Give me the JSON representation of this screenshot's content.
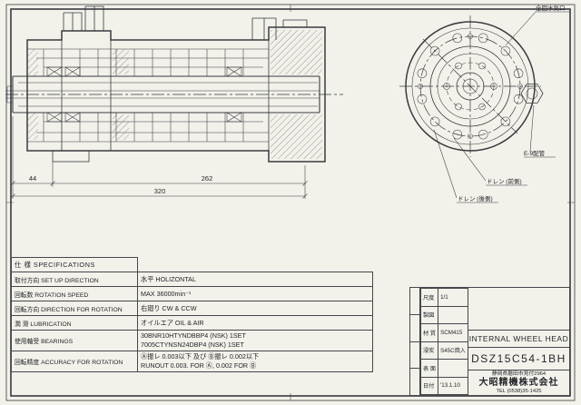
{
  "side_view": {
    "dim_44": "44",
    "dim_262": "262",
    "dim_320": "320"
  },
  "end_view": {
    "callout_top": "全回水気口",
    "callout_pipe": "E-9配管",
    "callout_drain_front": "ドレン (前側)",
    "callout_drain_rear": "ドレン (後側)"
  },
  "spec_table": {
    "header": "仕 様  SPECIFICATIONS",
    "rows": [
      {
        "label": "取付方向 SET UP DIRECTION",
        "value": "水平 HOLIZONTAL"
      },
      {
        "label": "回転数 ROTATION SPEED",
        "value": "MAX 36000min⁻¹"
      },
      {
        "label": "回転方向 DIRECTION FOR ROTATION",
        "value": "右廻り CW & CCW"
      },
      {
        "label": "潤 滑 LUBRICATION",
        "value": "オイルエア OIL & AIR"
      },
      {
        "label": "使用軸受 BEARINGS",
        "value": "30BNR10HTYNDBBP4 (NSK) 1SET",
        "value2": "7005CTYNSN24DBP4 (NSK) 1SET"
      },
      {
        "label": "回転精度 ACCURACY FOR ROTATION",
        "value": "Ⓐ振レ 0.003以下 及び Ⓑ振レ 0.002以下",
        "value2": "RUNOUT 0.003. FOR Ⓐ, 0.002 FOR Ⓑ"
      }
    ]
  },
  "title_block": {
    "info_rows": [
      {
        "label": "尺度",
        "value": "1/1"
      },
      {
        "label": "製図",
        "value": ""
      },
      {
        "label": "材 質",
        "value": "SCM415"
      },
      {
        "label": "浸炭",
        "value": "S45C焼入"
      },
      {
        "label": "表 面",
        "value": ""
      },
      {
        "label": "日付",
        "value": "'13.1.10"
      }
    ],
    "title": "INTERNAL WHEEL HEAD",
    "drawing_number": "DSZ15C54-1BH",
    "company": {
      "address": "静岡県磐田市見付2964",
      "name": "大昭精機株式会社",
      "tel": "TEL (0538)35-1425"
    }
  }
}
